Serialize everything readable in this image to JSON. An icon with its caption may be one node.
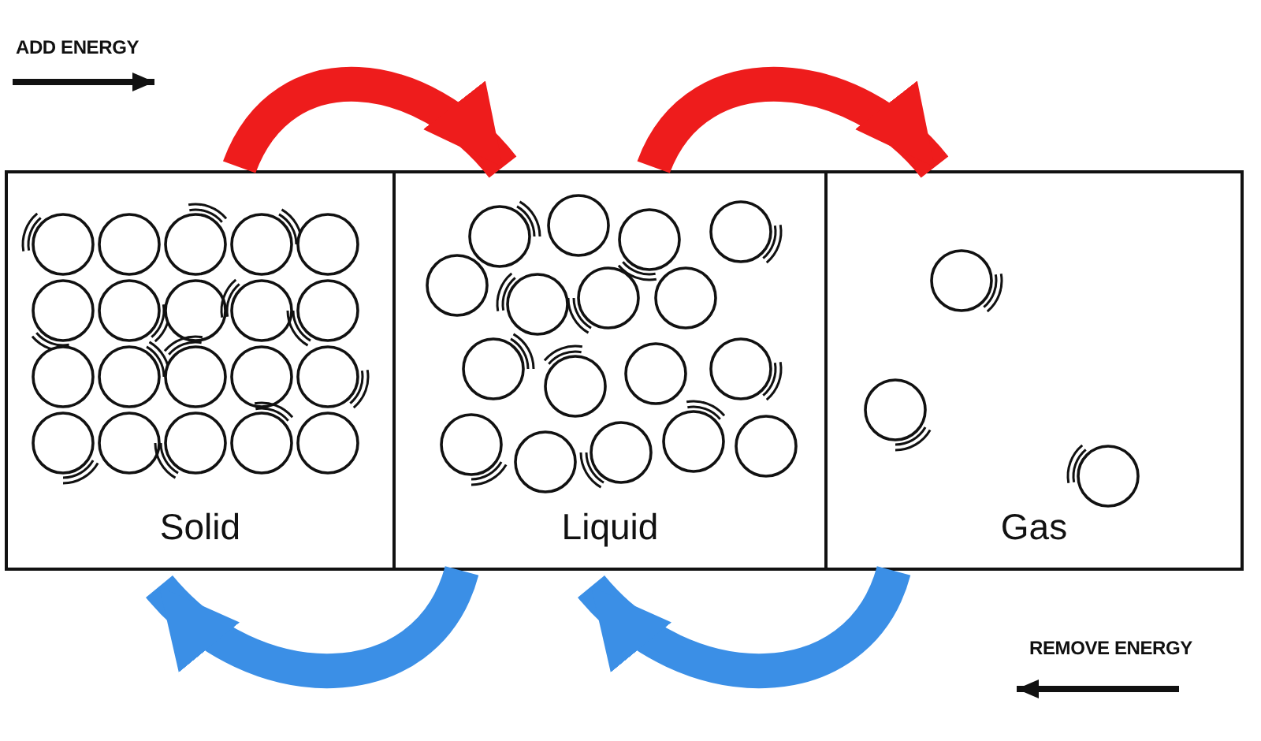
{
  "diagram": {
    "nodes": [
      {
        "text": [
          "Solid"
        ]
      },
      {
        "text": [
          "Liquid"
        ]
      },
      {
        "text": [
          "Gas"
        ]
      }
    ],
    "edges": [
      {
        "from": 0,
        "to": 1,
        "arrow": "to",
        "color": "#ee1c1c"
      },
      {
        "from": 1,
        "to": 2,
        "arrow": "to",
        "color": "#ee1c1c"
      },
      {
        "from": 1,
        "to": 0,
        "arrow": "to",
        "color": "#3b8fe6"
      },
      {
        "from": 2,
        "to": 1,
        "arrow": "to",
        "color": "#3b8fe6"
      }
    ],
    "labels": [
      "ADD ENERGY",
      "REMOVE ENERGY"
    ]
  }
}
